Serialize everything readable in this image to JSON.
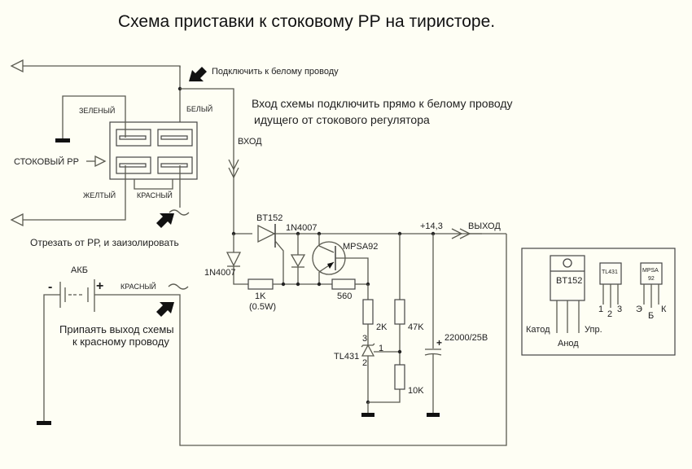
{
  "title": "Схема приставки к стоковому РР на тиристоре.",
  "notes": {
    "connect_white": "Подключить к белому проводу",
    "input_line1": "Вход схемы подключить прямо к белому проводу",
    "input_line2": "идущего от стокового регулятора",
    "cut_off": "Отрезать от РР, и заизолировать",
    "solder_line1": "Припаять выход схемы",
    "solder_line2": "к красному проводу"
  },
  "connector": {
    "green": "ЗЕЛЕНЫЙ",
    "white": "БЕЛЫЙ",
    "yellow": "ЖЕЛТЫЙ",
    "red": "КРАСНЫЙ",
    "stock_rr": "СТОКОВЫЙ РР"
  },
  "battery": {
    "label": "АКБ",
    "minus": "-",
    "plus": "+",
    "red_wire": "КРАСНЫЙ"
  },
  "circuit": {
    "input": "ВХОД",
    "output": "ВЫХОД",
    "voltage": "+14,3",
    "thyristor": "BT152",
    "diode1": "1N4007",
    "diode2": "1N4007",
    "transistor": "MPSA92",
    "r1": "1K",
    "r1_power": "(0.5W)",
    "r2": "560",
    "r3": "2K",
    "r4": "47K",
    "r5": "10K",
    "reg": "TL431",
    "reg_pin1": "1",
    "reg_pin2": "2",
    "reg_pin3": "3",
    "cap": "22000/25В",
    "cap_plus": "+"
  },
  "pinout": {
    "bt152": "BT152",
    "bt152_pins": [
      "Катод",
      "Анод",
      "Упр."
    ],
    "tl431": "TL431",
    "tl431_pins": [
      "1",
      "2",
      "3"
    ],
    "mpsa_line1": "MPSA",
    "mpsa_line2": "92",
    "mpsa_pins": [
      "Э",
      "Б",
      "К"
    ]
  }
}
